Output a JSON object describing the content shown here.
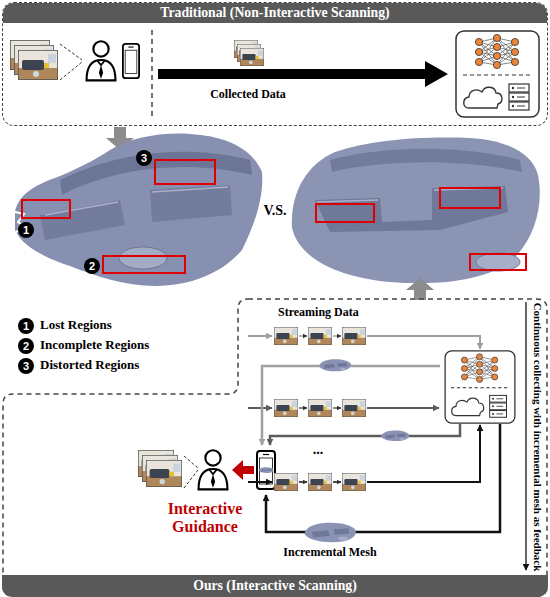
{
  "diagram": {
    "nodes": [
      {
        "text": [
          "Traditional (Non-Interactive Scanning)"
        ]
      },
      {
        "text": [
          "3"
        ]
      },
      {
        "text": [
          "1"
        ]
      },
      {
        "text": [
          "2"
        ]
      },
      {
        "text": [
          "1"
        ]
      },
      {
        "text": [
          "2"
        ]
      },
      {
        "text": [
          "3"
        ]
      },
      {
        "text": [
          "Ours (Interactive Scanning)"
        ]
      }
    ],
    "labels": [
      "Collected Data",
      "V.S.",
      "Lost Regions",
      "Incomplete Regions",
      "Distorted Regions",
      "Streaming Data",
      "...",
      "Interactive Guidance",
      "Incremental Mesh",
      "Continuous collecting with incremental mesh as feedback"
    ]
  }
}
